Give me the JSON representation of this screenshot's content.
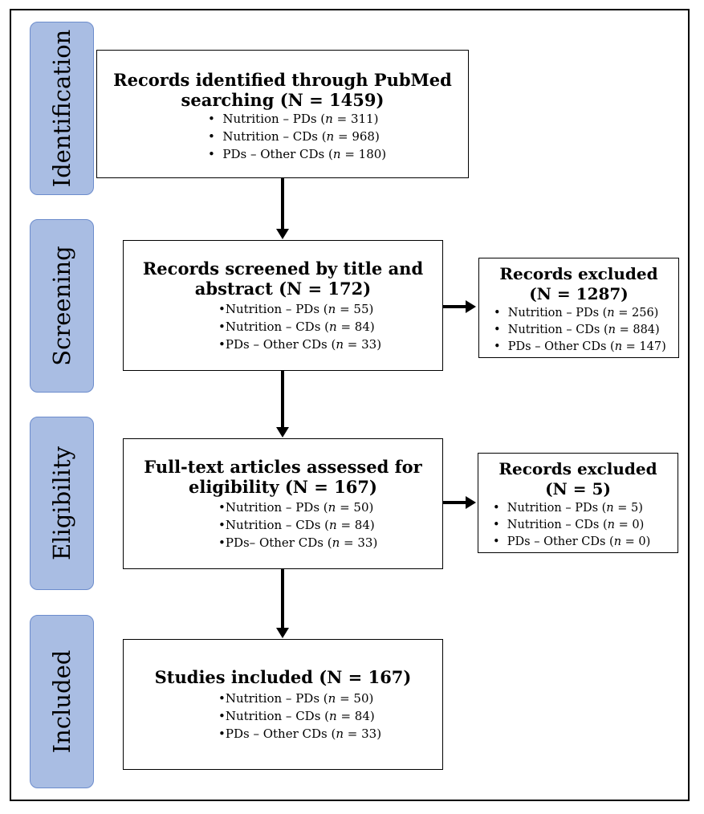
{
  "stages": [
    {
      "label": "Identification"
    },
    {
      "label": "Screening"
    },
    {
      "label": "Eligibility"
    },
    {
      "label": "Included"
    }
  ],
  "identification": {
    "title_line1": "Records identified through PubMed",
    "title_line2": "searching (N = 1459)",
    "items": [
      {
        "text": "Nutrition – PDs (",
        "n": "n",
        "rest": " = 311)"
      },
      {
        "text": "Nutrition – CDs (",
        "n": "n",
        "rest": " = 968)"
      },
      {
        "text": "PDs – Other CDs (",
        "n": "n",
        "rest": " = 180)"
      }
    ]
  },
  "screening": {
    "title_line1": "Records screened by title and",
    "title_line2": "abstract (N = 172)",
    "items": [
      {
        "text": "Nutrition – PDs (",
        "n": "n",
        "rest": " = 55)"
      },
      {
        "text": "Nutrition – CDs (",
        "n": "n",
        "rest": " = 84)"
      },
      {
        "text": "PDs – Other CDs (",
        "n": "n",
        "rest": " = 33)"
      }
    ]
  },
  "screening_excluded": {
    "title_line1": "Records excluded",
    "title_line2": "(N = 1287)",
    "items": [
      {
        "text": "Nutrition – PDs (",
        "n": "n",
        "rest": " = 256)"
      },
      {
        "text": "Nutrition – CDs (",
        "n": "n",
        "rest": " = 884)"
      },
      {
        "text": "PDs – Other CDs (",
        "n": "n",
        "rest": " = 147)"
      }
    ]
  },
  "eligibility": {
    "title_line1": "Full-text articles assessed for",
    "title_line2": "eligibility (N = 167)",
    "items": [
      {
        "text": "Nutrition – PDs (",
        "n": "n",
        "rest": " = 50)"
      },
      {
        "text": "Nutrition – CDs (",
        "n": "n",
        "rest": " = 84)"
      },
      {
        "text": "PDs– Other CDs (",
        "n": "n",
        "rest": " = 33)"
      }
    ]
  },
  "eligibility_excluded": {
    "title_line1": "Records excluded",
    "title_line2": "(N = 5)",
    "items": [
      {
        "text": "Nutrition – PDs (",
        "n": "n",
        "rest": " = 5)"
      },
      {
        "text": "Nutrition – CDs (",
        "n": "n",
        "rest": " = 0)"
      },
      {
        "text": "PDs – Other CDs (",
        "n": "n",
        "rest": " = 0)"
      }
    ]
  },
  "included": {
    "title_line1": "Studies included (N = 167)",
    "items": [
      {
        "text": "Nutrition – PDs (",
        "n": "n",
        "rest": " = 50)"
      },
      {
        "text": "Nutrition – CDs (",
        "n": "n",
        "rest": " = 84)"
      },
      {
        "text": "PDs – Other CDs (",
        "n": "n",
        "rest": " = 33)"
      }
    ]
  },
  "colors": {
    "stage_fill": "#a9bde3",
    "stage_border": "#6c8ccc"
  }
}
